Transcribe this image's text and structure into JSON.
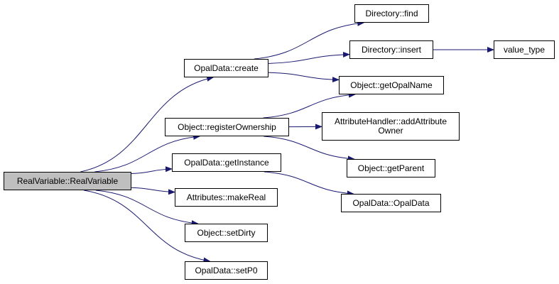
{
  "colors": {
    "edge": "#191970",
    "node_border": "#000000",
    "node_fill": "#ffffff",
    "root_fill": "#bfbfbf"
  },
  "nodes": {
    "realvariable": "RealVariable::RealVariable",
    "opaldata_create": "OpalData::create",
    "object_registerownership": "Object::registerOwnership",
    "opaldata_getinstance": "OpalData::getInstance",
    "attributes_makereal": "Attributes::makeReal",
    "object_setdirty": "Object::setDirty",
    "opaldata_setp0": "OpalData::setP0",
    "directory_find": "Directory::find",
    "directory_insert": "Directory::insert",
    "object_getopalname": "Object::getOpalName",
    "attributehandler_addattributeowner": "AttributeHandler::addAttribute\nOwner",
    "object_getparent": "Object::getParent",
    "opaldata_opaldata": "OpalData::OpalData",
    "value_type": "value_type"
  },
  "edges": [
    [
      "realvariable",
      "opaldata_create"
    ],
    [
      "realvariable",
      "object_registerownership"
    ],
    [
      "realvariable",
      "opaldata_getinstance"
    ],
    [
      "realvariable",
      "attributes_makereal"
    ],
    [
      "realvariable",
      "object_setdirty"
    ],
    [
      "realvariable",
      "opaldata_setp0"
    ],
    [
      "opaldata_create",
      "directory_find"
    ],
    [
      "opaldata_create",
      "directory_insert"
    ],
    [
      "opaldata_create",
      "object_getopalname"
    ],
    [
      "directory_insert",
      "value_type"
    ],
    [
      "object_registerownership",
      "object_getopalname"
    ],
    [
      "object_registerownership",
      "attributehandler_addattributeowner"
    ],
    [
      "object_registerownership",
      "object_getparent"
    ],
    [
      "opaldata_getinstance",
      "opaldata_opaldata"
    ]
  ]
}
